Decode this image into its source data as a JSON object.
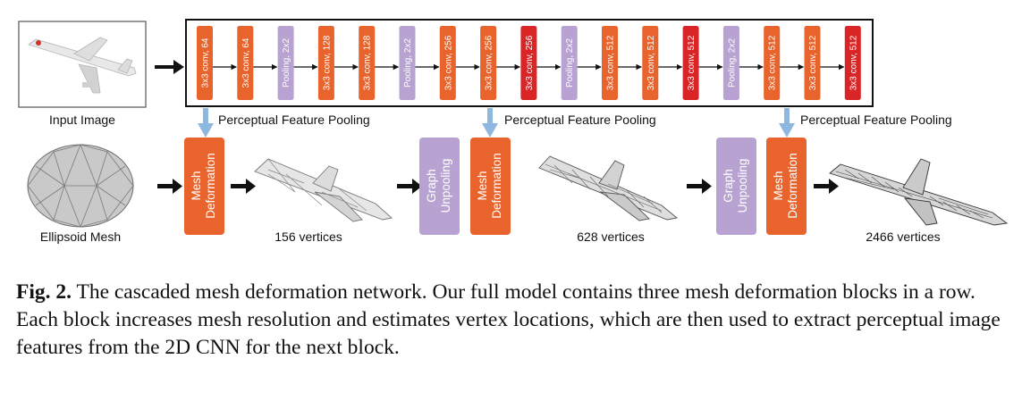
{
  "input_image_label": "Input Image",
  "cnn_blocks": [
    {
      "label": "3x3 conv, 64",
      "color": "#e8642c"
    },
    {
      "label": "3x3 conv, 64",
      "color": "#e8642c"
    },
    {
      "label": "Pooling, 2x2",
      "color": "#b7a2d2"
    },
    {
      "label": "3x3 conv, 128",
      "color": "#e8642c"
    },
    {
      "label": "3x3 conv, 128",
      "color": "#e8642c"
    },
    {
      "label": "Pooling, 2x2",
      "color": "#b7a2d2"
    },
    {
      "label": "3x3 conv, 256",
      "color": "#e8642c"
    },
    {
      "label": "3x3 conv, 256",
      "color": "#e8642c"
    },
    {
      "label": "3x3 conv, 256",
      "color": "#d92526"
    },
    {
      "label": "Pooling, 2x2",
      "color": "#b7a2d2"
    },
    {
      "label": "3x3 conv, 512",
      "color": "#e8642c"
    },
    {
      "label": "3x3 conv, 512",
      "color": "#e8642c"
    },
    {
      "label": "3x3 conv, 512",
      "color": "#d92526"
    },
    {
      "label": "Pooling, 2x2",
      "color": "#b7a2d2"
    },
    {
      "label": "3x3 conv, 512",
      "color": "#e8642c"
    },
    {
      "label": "3x3 conv, 512",
      "color": "#e8642c"
    },
    {
      "label": "3x3 conv, 512",
      "color": "#d92526"
    }
  ],
  "pooling_label": "Perceptual Feature Pooling",
  "mesh_deformation": [
    "Mesh",
    "Deformation"
  ],
  "graph_unpooling": [
    "Graph",
    "Unpooling"
  ],
  "ellipsoid_label": "Ellipsoid Mesh",
  "stage_labels": [
    "156 vertices",
    "628 vertices",
    "2466 vertices"
  ],
  "caption": {
    "prefix": "Fig. 2.",
    "text": " The cascaded mesh deformation network. Our full model contains three mesh deformation blocks in a row. Each block increases mesh resolution and estimates vertex locations, which are then used to extract perceptual image features from the 2D CNN for the next block."
  },
  "colors": {
    "conv": "#e8642c",
    "conv_dark": "#d92526",
    "pool": "#b7a2d2",
    "feature_arrow": "#8fb8e0"
  }
}
